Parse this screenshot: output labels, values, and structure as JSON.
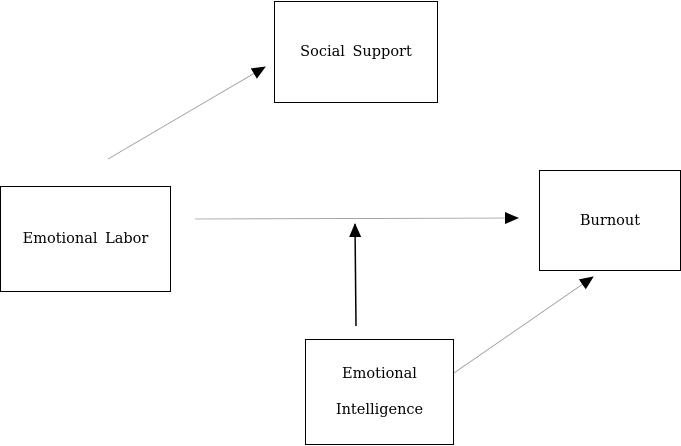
{
  "nodes": {
    "social_support": "Social Support",
    "emotional_labor": "Emotional Labor",
    "burnout": "Burnout",
    "emotional_intelligence_line1": "Emotional",
    "emotional_intelligence_line2": "Intelligence"
  },
  "colors": {
    "line": "#9a9a9a",
    "arrowhead": "#000000",
    "border": "#000000"
  }
}
